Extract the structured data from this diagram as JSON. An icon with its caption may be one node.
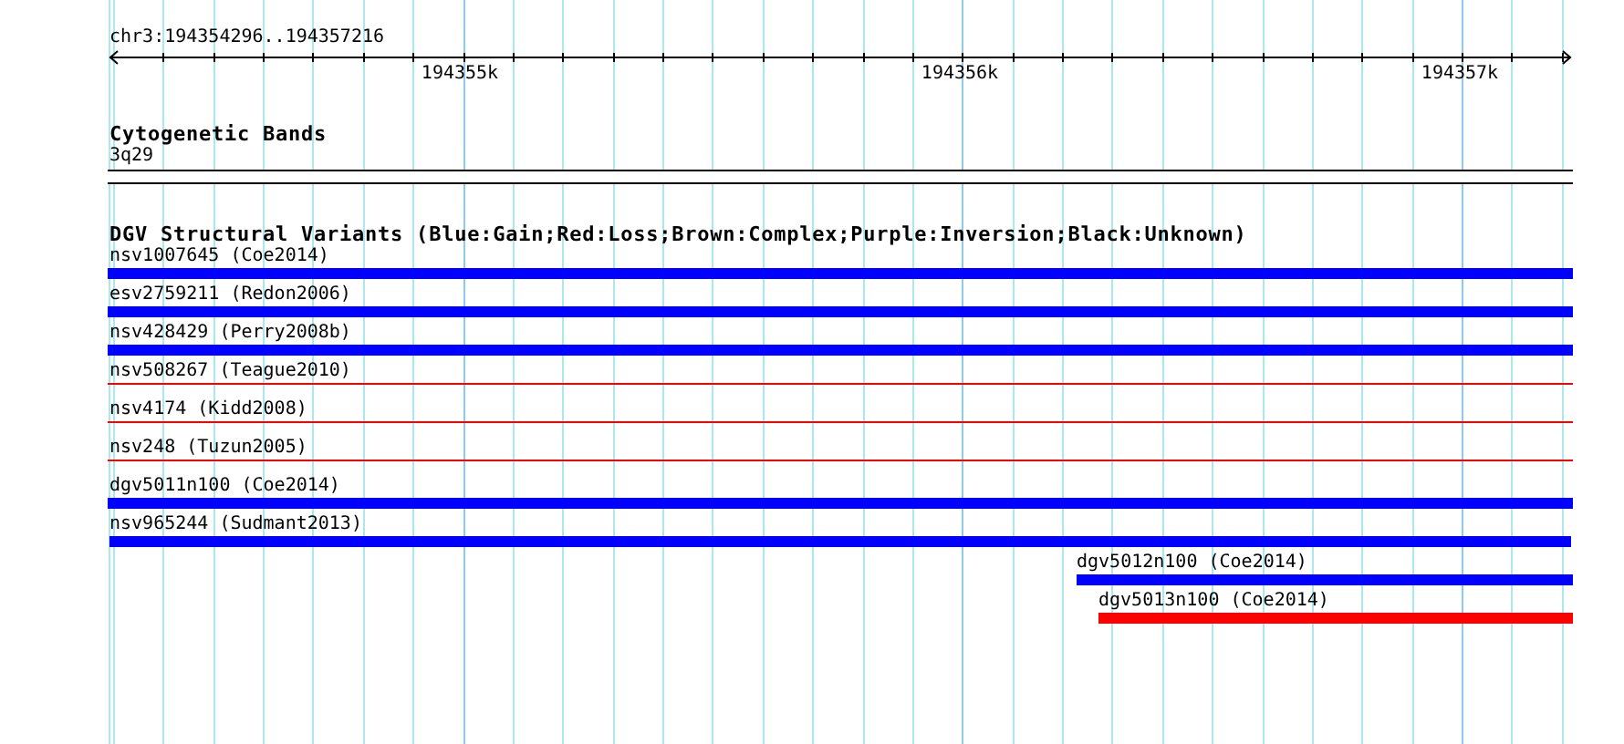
{
  "diagram": {
    "nodes": [
      {
        "text": [
          "3q29"
        ]
      },
      {
        "text": [
          "nsv1007645 (Coe2014)"
        ]
      },
      {
        "text": [
          "esv2759211 (Redon2006)"
        ]
      },
      {
        "text": [
          "nsv428429 (Perry2008b)"
        ]
      },
      {
        "text": [
          "nsv508267 (Teague2010)"
        ]
      },
      {
        "text": [
          "nsv4174 (Kidd2008)"
        ]
      },
      {
        "text": [
          "nsv248 (Tuzun2005)"
        ]
      },
      {
        "text": [
          "dgv5011n100 (Coe2014)"
        ]
      },
      {
        "text": [
          "nsv965244 (Sudmant2013)"
        ]
      },
      {
        "text": [
          "dgv5012n100 (Coe2014)"
        ]
      },
      {
        "text": [
          "dgv5013n100 (Coe2014)"
        ]
      }
    ],
    "labels": [
      "chr3:194354296..194357216",
      "194355k",
      "194356k",
      "194357k",
      "Cytogenetic Bands",
      "DGV Structural Variants (Blue:Gain;Red:Loss;Brown:Complex;Purple:Inversion;Black:Unknown)"
    ]
  }
}
